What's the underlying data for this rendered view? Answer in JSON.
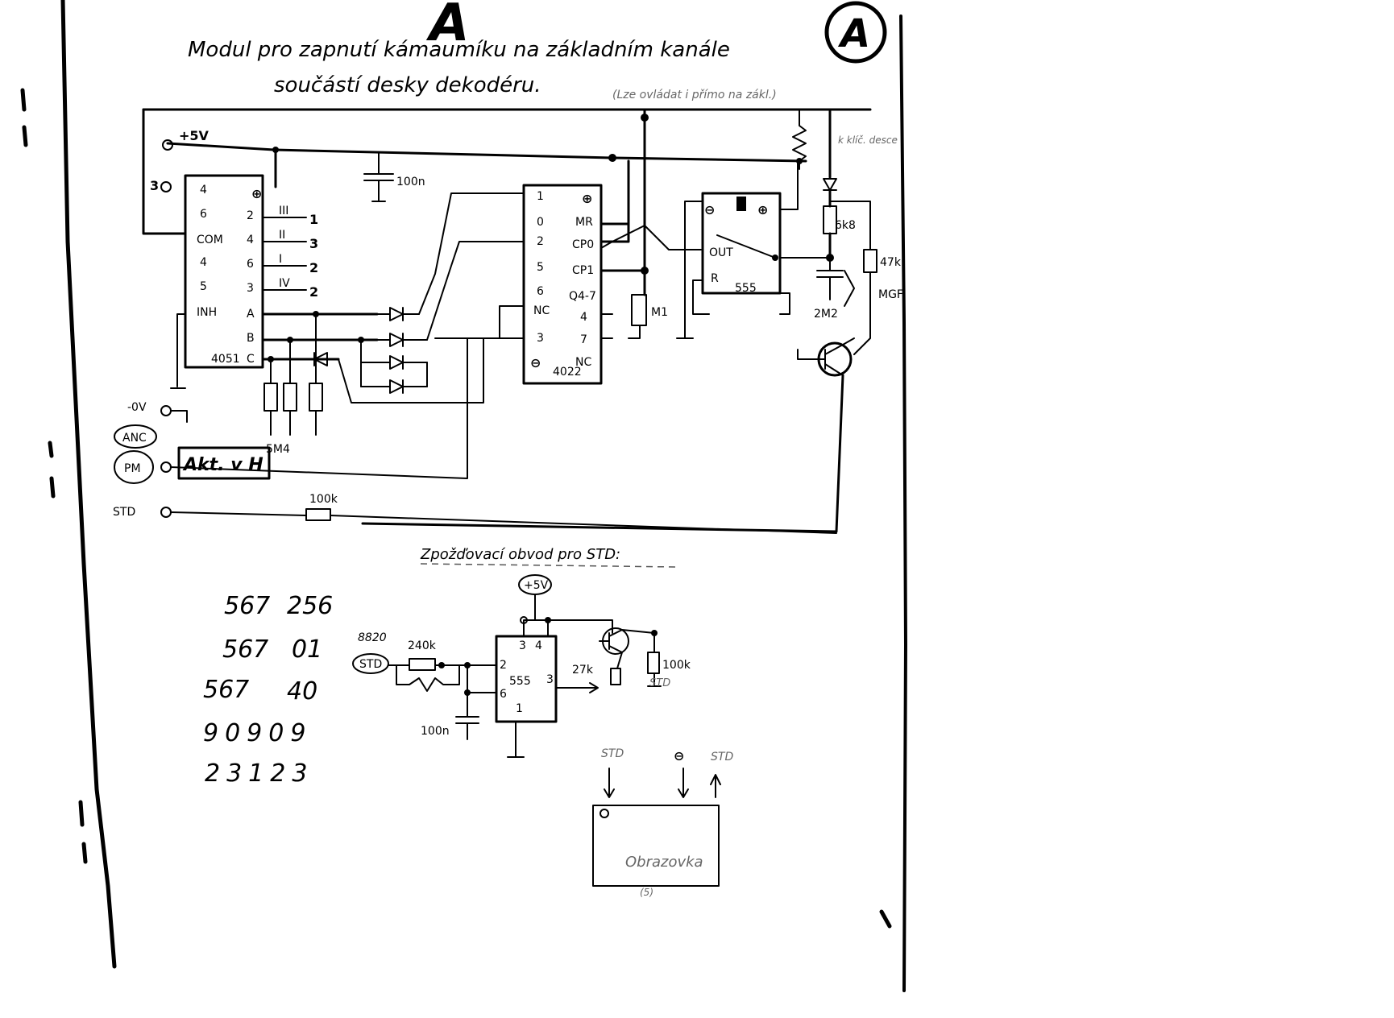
{
  "header": {
    "letter": "A",
    "circled_letter": "A",
    "title_line1": "Modul pro zapnutí kámaumíku na základním kanále",
    "title_line2": "součástí desky dekodéru.",
    "title_note": "(Lze ovládat i přímo na zákl.)"
  },
  "top_circuit": {
    "supply_label": "+5V",
    "input_label": "3",
    "cap_label": "100n",
    "chip1_name": "4051",
    "chip1_pins_left": [
      "4",
      "6",
      "COM",
      "4",
      "5",
      "INH"
    ],
    "chip1_pins_right": [
      "2",
      "4",
      "6",
      "3",
      "A",
      "B",
      "C"
    ],
    "chip1_outputs": [
      {
        "roman": "III",
        "num": "1"
      },
      {
        "roman": "II",
        "num": "3"
      },
      {
        "roman": "I",
        "num": "2"
      },
      {
        "roman": "IV",
        "num": "2"
      }
    ],
    "chip2_name": "4022",
    "chip2_pins_left": [
      "1",
      "0",
      "2",
      "5",
      "6",
      "NC",
      "3"
    ],
    "chip2_pins_right": [
      "MR",
      "CP0",
      "CP1",
      "Q4-7",
      "4",
      "7",
      "NC"
    ],
    "chip3_name": "555",
    "chip3_pins": [
      "OUT",
      "R"
    ],
    "resistor_m1": "M1",
    "resistor_6k8": "6k8",
    "resistor_47k": "47k",
    "cap_2m2": "2M2",
    "mgf": "MGF",
    "zero_label": "-0V",
    "anc_label": "ANC",
    "pm_label": "PM",
    "akt_label": "Akt. v H",
    "sm_label": "5M4",
    "std_label": "STD",
    "res_100k": "100k",
    "right_note": "k klíč. desce"
  },
  "bottom_circuit": {
    "subtitle": "Zpožďovací obvod pro STD:",
    "supply": "+5V",
    "input_top": "8820",
    "input": "STD",
    "res1": "240k",
    "cap": "100n",
    "chip_name": "555",
    "pins": [
      "3",
      "4",
      "2",
      "6",
      "3",
      "1"
    ],
    "res_27k": "27k",
    "res_100k": "100k",
    "out_std": "STD"
  },
  "numbers": {
    "rows": [
      [
        "567",
        "256"
      ],
      [
        "567",
        "01"
      ],
      [
        "567",
        "40"
      ],
      [
        "90909"
      ],
      [
        "23123"
      ]
    ]
  },
  "box_diagram": {
    "left_label": "STD",
    "middle_symbol": "⊖",
    "right_label": "STD",
    "inner_text": "Obrazovka",
    "bottom_text": "(5)"
  }
}
